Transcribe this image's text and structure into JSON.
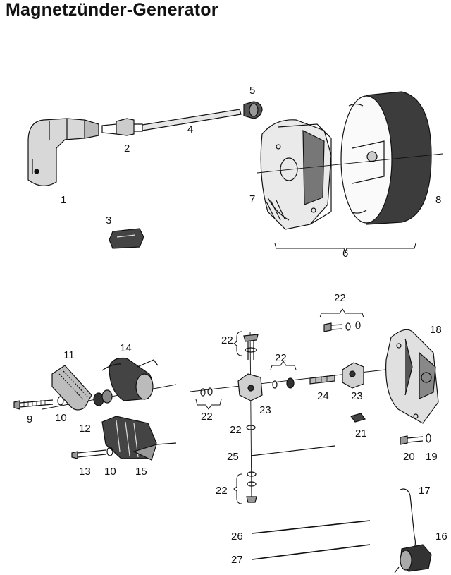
{
  "title": "Magnetzünder-Generator",
  "labels": {
    "p1": "1",
    "p2": "2",
    "p3": "3",
    "p4": "4",
    "p5": "5",
    "p6": "6",
    "p7": "7",
    "p8": "8",
    "p9": "9",
    "p10a": "10",
    "p10b": "10",
    "p11": "11",
    "p12": "12",
    "p13": "13",
    "p14": "14",
    "p15": "15",
    "p16": "16",
    "p17": "17",
    "p18": "18",
    "p19": "19",
    "p20": "20",
    "p21": "21",
    "p22a": "22",
    "p22b": "22",
    "p22c": "22",
    "p22d": "22",
    "p22e": "22",
    "p22f": "22",
    "p23a": "23",
    "p23b": "23",
    "p24": "24",
    "p25": "25",
    "p26": "26",
    "p27": "27"
  }
}
